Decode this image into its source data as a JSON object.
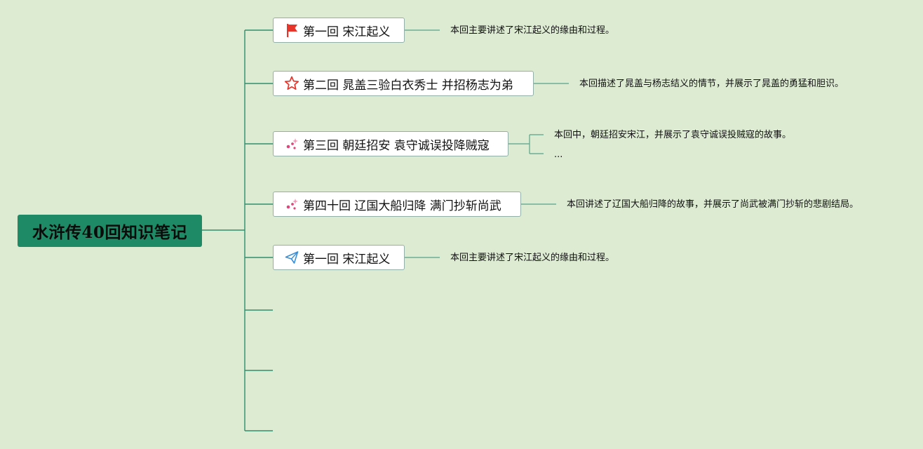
{
  "root": {
    "title": "水浒传40回知识笔记"
  },
  "colors": {
    "background": "#dcebd2",
    "root_fill": "#1f8a66",
    "connector": "#2f8f6e",
    "node_border": "#93b0a6",
    "flag_red": "#e8352b",
    "star_red": "#e8352b",
    "sparkle_pink": "#e0457b",
    "plane_blue": "#3a8fd6"
  },
  "branches": [
    {
      "icon": "red-flag-icon",
      "label": "第一回 宋江起义",
      "notes": [
        "本回主要讲述了宋江起义的缘由和过程。"
      ]
    },
    {
      "icon": "red-star-outline-icon",
      "label": "第二回 晁盖三验白衣秀士 并招杨志为弟",
      "notes": [
        "本回描述了晁盖与杨志结义的情节，并展示了晁盖的勇猛和胆识。"
      ]
    },
    {
      "icon": "sparkle-icon",
      "label": "第三回 朝廷招安 袁守诚误投降贼寇",
      "notes": [
        "本回中，朝廷招安宋江，并展示了袁守诚误投贼寇的故事。",
        "..."
      ]
    },
    {
      "icon": "sparkle-icon",
      "label": "第四十回 辽国大船归降 满门抄斩尚武",
      "notes": [
        "本回讲述了辽国大船归降的故事，并展示了尚武被满门抄斩的悲剧结局。"
      ]
    },
    {
      "icon": "paper-plane-icon",
      "label": "第一回 宋江起义",
      "notes": [
        "本回主要讲述了宋江起义的缘由和过程。"
      ]
    },
    {
      "icon": "",
      "label": "",
      "notes": []
    },
    {
      "icon": "",
      "label": "",
      "notes": []
    },
    {
      "icon": "",
      "label": "",
      "notes": []
    }
  ]
}
